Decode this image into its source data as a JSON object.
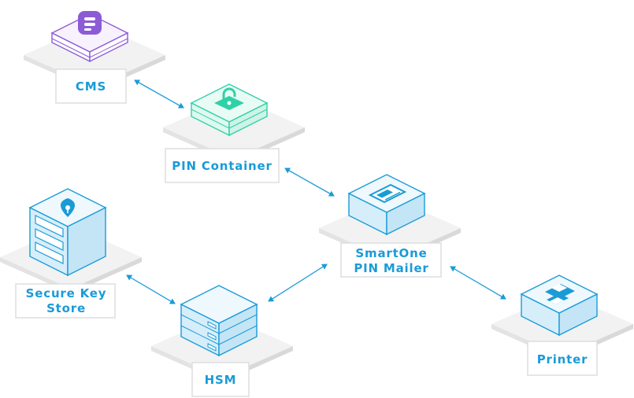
{
  "nodes": {
    "cms": {
      "label": "CMS",
      "icon": "cms-logo-icon"
    },
    "pin_container": {
      "label": "PIN Container",
      "icon": "padlock-icon"
    },
    "smartone": {
      "label_line1": "SmartOne",
      "label_line2": "PIN Mailer",
      "icon": "pin-mailer-card-icon"
    },
    "secure_key_store": {
      "label_line1": "Secure Key",
      "label_line2": "Store",
      "icon": "key-cabinet-icon"
    },
    "hsm": {
      "label": "HSM",
      "icon": "server-rack-icon"
    },
    "printer": {
      "label": "Printer",
      "icon": "printer-icon"
    }
  },
  "colors": {
    "accent": "#1a9bd7",
    "cms_purple": "#8c5bd6",
    "pin_teal": "#2fd1a6",
    "box_fill": "#d6eefa",
    "platform": "#ececec"
  }
}
